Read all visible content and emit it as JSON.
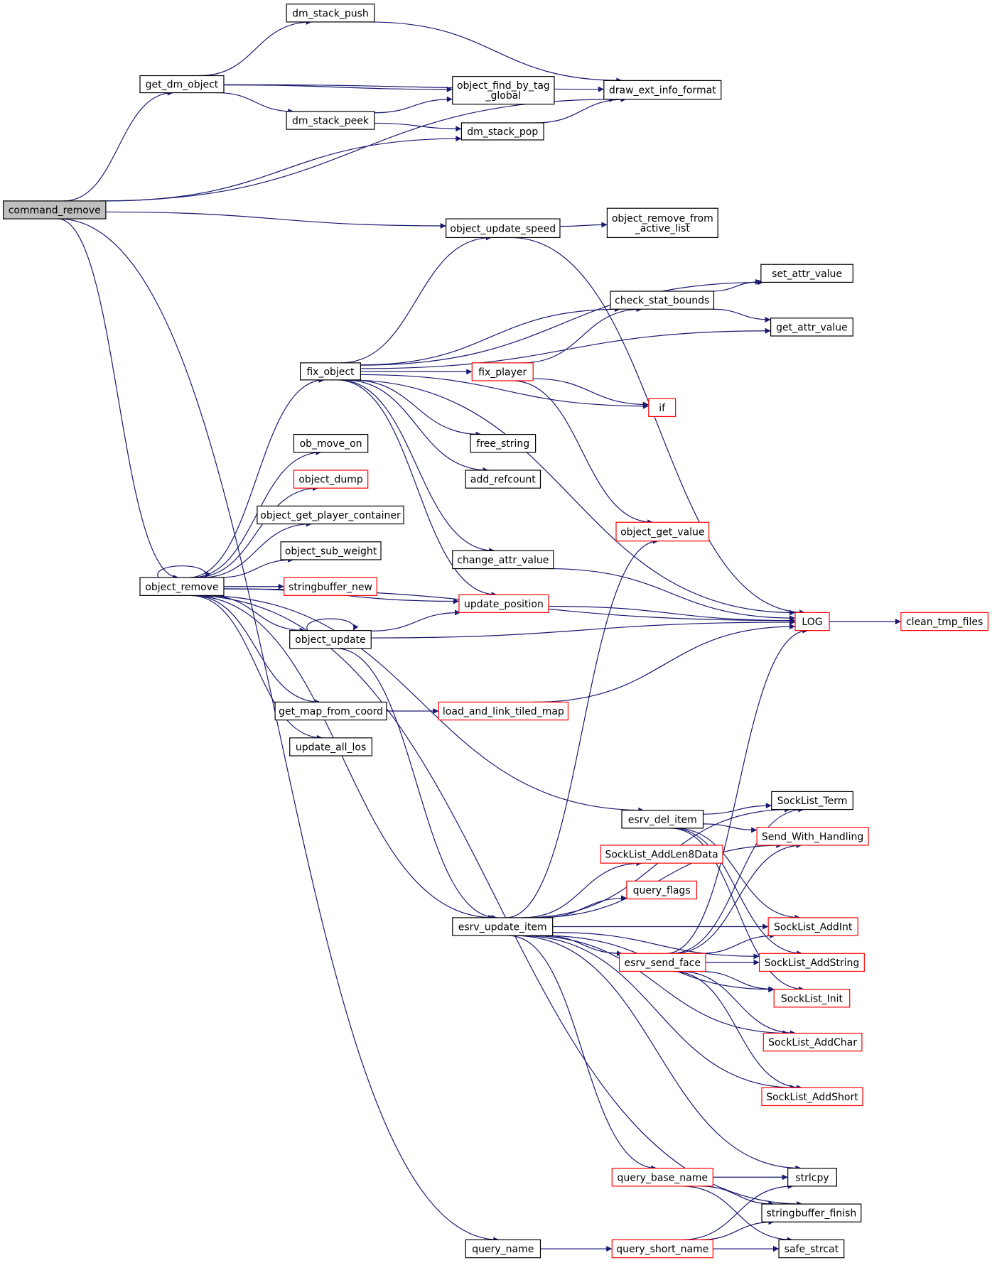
{
  "colors": {
    "edge": "#191970",
    "node_fill": "#ffffff",
    "node_fill_root": "#bfbfbf",
    "node_border_documented": "#000000",
    "node_border_undocumented": "#ff0000"
  },
  "nodes": {
    "command_remove": {
      "label": "command_remove",
      "style": "root"
    },
    "get_dm_object": {
      "label": "get_dm_object",
      "style": "black"
    },
    "dm_stack_push": {
      "label": "dm_stack_push",
      "style": "black"
    },
    "dm_stack_peek": {
      "label": "dm_stack_peek",
      "style": "black"
    },
    "object_find_by_tag_global": {
      "label": "object_find_by_tag\n_global",
      "style": "black"
    },
    "dm_stack_pop": {
      "label": "dm_stack_pop",
      "style": "black"
    },
    "draw_ext_info_format": {
      "label": "draw_ext_info_format",
      "style": "black"
    },
    "object_update_speed": {
      "label": "object_update_speed",
      "style": "black"
    },
    "object_remove_from_active_list": {
      "label": "object_remove_from\n_active_list",
      "style": "black"
    },
    "set_attr_value": {
      "label": "set_attr_value",
      "style": "black"
    },
    "check_stat_bounds": {
      "label": "check_stat_bounds",
      "style": "black"
    },
    "get_attr_value": {
      "label": "get_attr_value",
      "style": "black"
    },
    "fix_object": {
      "label": "fix_object",
      "style": "black"
    },
    "fix_player": {
      "label": "fix_player",
      "style": "red"
    },
    "if": {
      "label": "if",
      "style": "red"
    },
    "free_string": {
      "label": "free_string",
      "style": "black"
    },
    "add_refcount": {
      "label": "add_refcount",
      "style": "black"
    },
    "ob_move_on": {
      "label": "ob_move_on",
      "style": "black"
    },
    "object_dump": {
      "label": "object_dump",
      "style": "red"
    },
    "object_get_player_container": {
      "label": "object_get_player_container",
      "style": "black"
    },
    "object_sub_weight": {
      "label": "object_sub_weight",
      "style": "black"
    },
    "object_get_value": {
      "label": "object_get_value",
      "style": "red"
    },
    "change_attr_value": {
      "label": "change_attr_value",
      "style": "black"
    },
    "object_remove": {
      "label": "object_remove",
      "style": "black"
    },
    "stringbuffer_new": {
      "label": "stringbuffer_new",
      "style": "red"
    },
    "update_position": {
      "label": "update_position",
      "style": "red"
    },
    "object_update": {
      "label": "object_update",
      "style": "black"
    },
    "LOG": {
      "label": "LOG",
      "style": "red"
    },
    "clean_tmp_files": {
      "label": "clean_tmp_files",
      "style": "red"
    },
    "get_map_from_coord": {
      "label": "get_map_from_coord",
      "style": "black"
    },
    "load_and_link_tiled_map": {
      "label": "load_and_link_tiled_map",
      "style": "red"
    },
    "update_all_los": {
      "label": "update_all_los",
      "style": "black"
    },
    "SockList_Term": {
      "label": "SockList_Term",
      "style": "black"
    },
    "esrv_del_item": {
      "label": "esrv_del_item",
      "style": "black"
    },
    "Send_With_Handling": {
      "label": "Send_With_Handling",
      "style": "red"
    },
    "SockList_AddLen8Data": {
      "label": "SockList_AddLen8Data",
      "style": "red"
    },
    "query_flags": {
      "label": "query_flags",
      "style": "red"
    },
    "esrv_update_item": {
      "label": "esrv_update_item",
      "style": "black"
    },
    "SockList_AddInt": {
      "label": "SockList_AddInt",
      "style": "red"
    },
    "esrv_send_face": {
      "label": "esrv_send_face",
      "style": "red"
    },
    "SockList_AddString": {
      "label": "SockList_AddString",
      "style": "red"
    },
    "SockList_Init": {
      "label": "SockList_Init",
      "style": "red"
    },
    "SockList_AddChar": {
      "label": "SockList_AddChar",
      "style": "red"
    },
    "SockList_AddShort": {
      "label": "SockList_AddShort",
      "style": "red"
    },
    "query_base_name": {
      "label": "query_base_name",
      "style": "red"
    },
    "strlcpy": {
      "label": "strlcpy",
      "style": "black"
    },
    "stringbuffer_finish": {
      "label": "stringbuffer_finish",
      "style": "black"
    },
    "query_name": {
      "label": "query_name",
      "style": "black"
    },
    "query_short_name": {
      "label": "query_short_name",
      "style": "red"
    },
    "safe_strcat": {
      "label": "safe_strcat",
      "style": "black"
    }
  },
  "edges": [
    [
      "command_remove",
      "get_dm_object"
    ],
    [
      "command_remove",
      "dm_stack_pop"
    ],
    [
      "command_remove",
      "draw_ext_info_format"
    ],
    [
      "command_remove",
      "object_update_speed"
    ],
    [
      "command_remove",
      "object_remove"
    ],
    [
      "command_remove",
      "query_name"
    ],
    [
      "get_dm_object",
      "dm_stack_push"
    ],
    [
      "get_dm_object",
      "draw_ext_info_format"
    ],
    [
      "get_dm_object",
      "object_find_by_tag_global"
    ],
    [
      "get_dm_object",
      "dm_stack_peek"
    ],
    [
      "dm_stack_push",
      "draw_ext_info_format"
    ],
    [
      "dm_stack_peek",
      "object_find_by_tag_global"
    ],
    [
      "dm_stack_peek",
      "dm_stack_pop"
    ],
    [
      "dm_stack_pop",
      "draw_ext_info_format"
    ],
    [
      "object_update_speed",
      "object_remove_from_active_list"
    ],
    [
      "object_update_speed",
      "LOG"
    ],
    [
      "check_stat_bounds",
      "set_attr_value"
    ],
    [
      "check_stat_bounds",
      "get_attr_value"
    ],
    [
      "fix_object",
      "object_update_speed"
    ],
    [
      "fix_object",
      "set_attr_value"
    ],
    [
      "fix_object",
      "check_stat_bounds"
    ],
    [
      "fix_object",
      "get_attr_value"
    ],
    [
      "fix_object",
      "fix_player"
    ],
    [
      "fix_object",
      "if"
    ],
    [
      "fix_object",
      "free_string"
    ],
    [
      "fix_object",
      "add_refcount"
    ],
    [
      "fix_object",
      "change_attr_value"
    ],
    [
      "fix_object",
      "update_position"
    ],
    [
      "fix_object",
      "LOG"
    ],
    [
      "fix_player",
      "check_stat_bounds"
    ],
    [
      "fix_player",
      "if"
    ],
    [
      "fix_player",
      "object_get_value"
    ],
    [
      "change_attr_value",
      "LOG"
    ],
    [
      "object_remove",
      "object_remove"
    ],
    [
      "object_remove",
      "fix_object"
    ],
    [
      "object_remove",
      "ob_move_on"
    ],
    [
      "object_remove",
      "object_dump"
    ],
    [
      "object_remove",
      "object_get_player_container"
    ],
    [
      "object_remove",
      "object_sub_weight"
    ],
    [
      "object_remove",
      "stringbuffer_new"
    ],
    [
      "object_remove",
      "object_update"
    ],
    [
      "object_remove",
      "update_position"
    ],
    [
      "object_remove",
      "LOG"
    ],
    [
      "object_remove",
      "get_map_from_coord"
    ],
    [
      "object_remove",
      "update_all_los"
    ],
    [
      "object_remove",
      "esrv_del_item"
    ],
    [
      "object_remove",
      "esrv_update_item"
    ],
    [
      "object_remove",
      "stringbuffer_finish"
    ],
    [
      "update_position",
      "LOG"
    ],
    [
      "object_update",
      "object_update"
    ],
    [
      "object_update",
      "update_position"
    ],
    [
      "object_update",
      "LOG"
    ],
    [
      "object_update",
      "esrv_update_item"
    ],
    [
      "get_map_from_coord",
      "load_and_link_tiled_map"
    ],
    [
      "load_and_link_tiled_map",
      "LOG"
    ],
    [
      "LOG",
      "clean_tmp_files"
    ],
    [
      "esrv_del_item",
      "SockList_Term"
    ],
    [
      "esrv_del_item",
      "Send_With_Handling"
    ],
    [
      "esrv_del_item",
      "SockList_AddInt"
    ],
    [
      "esrv_del_item",
      "SockList_AddString"
    ],
    [
      "esrv_del_item",
      "SockList_Init"
    ],
    [
      "esrv_update_item",
      "object_get_value"
    ],
    [
      "esrv_update_item",
      "SockList_Term"
    ],
    [
      "esrv_update_item",
      "Send_With_Handling"
    ],
    [
      "esrv_update_item",
      "SockList_AddLen8Data"
    ],
    [
      "esrv_update_item",
      "query_flags"
    ],
    [
      "esrv_update_item",
      "SockList_AddInt"
    ],
    [
      "esrv_update_item",
      "esrv_send_face"
    ],
    [
      "esrv_update_item",
      "SockList_AddString"
    ],
    [
      "esrv_update_item",
      "SockList_Init"
    ],
    [
      "esrv_update_item",
      "SockList_AddChar"
    ],
    [
      "esrv_update_item",
      "SockList_AddShort"
    ],
    [
      "esrv_update_item",
      "query_base_name"
    ],
    [
      "esrv_update_item",
      "strlcpy"
    ],
    [
      "esrv_send_face",
      "LOG"
    ],
    [
      "esrv_send_face",
      "SockList_Term"
    ],
    [
      "esrv_send_face",
      "Send_With_Handling"
    ],
    [
      "esrv_send_face",
      "SockList_AddInt"
    ],
    [
      "esrv_send_face",
      "SockList_AddString"
    ],
    [
      "esrv_send_face",
      "SockList_Init"
    ],
    [
      "esrv_send_face",
      "SockList_AddChar"
    ],
    [
      "esrv_send_face",
      "SockList_AddShort"
    ],
    [
      "query_base_name",
      "strlcpy"
    ],
    [
      "query_base_name",
      "stringbuffer_finish"
    ],
    [
      "query_base_name",
      "safe_strcat"
    ],
    [
      "query_name",
      "query_short_name"
    ],
    [
      "query_name",
      "safe_strcat"
    ],
    [
      "query_short_name",
      "strlcpy"
    ],
    [
      "query_short_name",
      "stringbuffer_finish"
    ],
    [
      "query_short_name",
      "safe_strcat"
    ]
  ]
}
